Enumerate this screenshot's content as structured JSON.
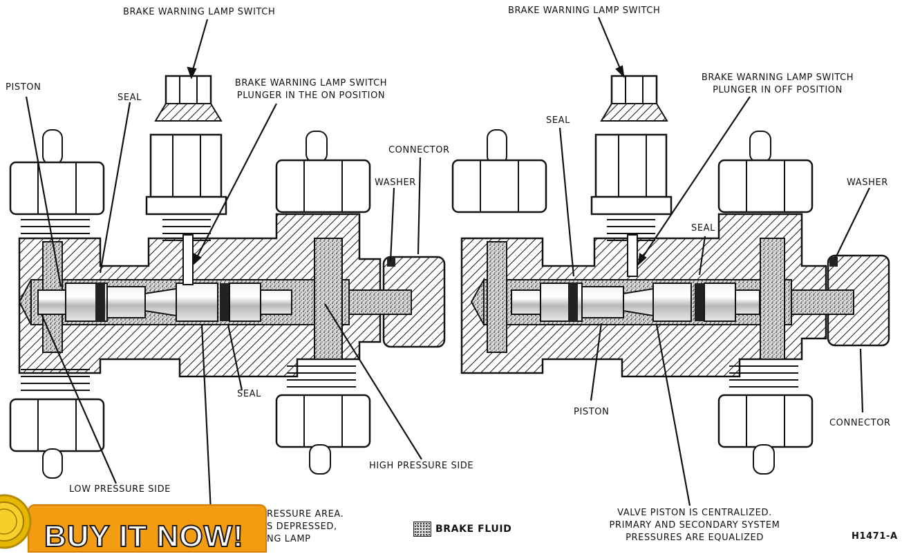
{
  "diagram": {
    "left_panel": {
      "switch_label": "BRAKE WARNING LAMP SWITCH",
      "piston_label": "PISTON",
      "seal_top_label": "SEAL",
      "plunger_label_1": "BRAKE WARNING LAMP SWITCH",
      "plunger_label_2": "PLUNGER IN THE ON POSITION",
      "connector_label": "CONNECTOR",
      "washer_label": "WASHER",
      "seal_bottom_label": "SEAL",
      "high_pressure_label": "HIGH PRESSURE SIDE",
      "low_pressure_label": "LOW PRESSURE SIDE",
      "caption_1": "RESSURE AREA.",
      "caption_2": "S DEPRESSED,",
      "caption_3": "NG LAMP"
    },
    "right_panel": {
      "switch_label": "BRAKE WARNING LAMP SWITCH",
      "plunger_label_1": "BRAKE WARNING LAMP SWITCH",
      "plunger_label_2": "PLUNGER IN OFF POSITION",
      "seal_left_label": "SEAL",
      "seal_right_label": "SEAL",
      "washer_label": "WASHER",
      "piston_label": "PISTON",
      "connector_label": "CONNECTOR",
      "caption_1": "VALVE PISTON IS CENTRALIZED.",
      "caption_2": "PRIMARY AND SECONDARY SYSTEM",
      "caption_3": "PRESSURES ARE EQUALIZED"
    },
    "legend": {
      "label": "BRAKE FLUID",
      "swatch_icon": "stipple-swatch-icon"
    },
    "figure_id": "H1471-A"
  },
  "banner": {
    "text": "BUY IT NOW!",
    "background": "#f39c12",
    "badge_icon": "gold-seal-icon"
  }
}
